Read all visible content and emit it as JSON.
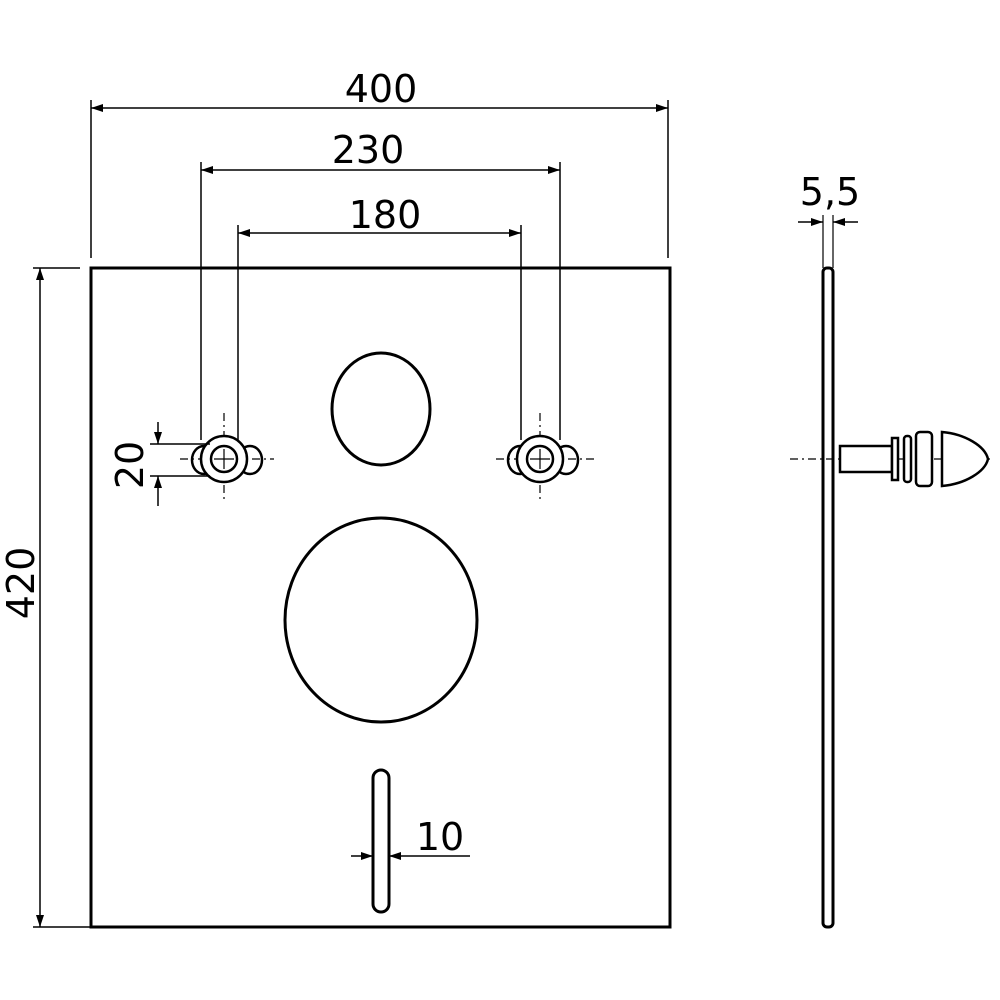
{
  "dimensions": {
    "overall_width": "400",
    "outer_hole_spacing": "230",
    "inner_hole_spacing": "180",
    "height": "420",
    "hole_diameter": "20",
    "slot_width": "10",
    "thickness": "5,5"
  },
  "colors": {
    "line": "#000000",
    "background": "#ffffff"
  }
}
